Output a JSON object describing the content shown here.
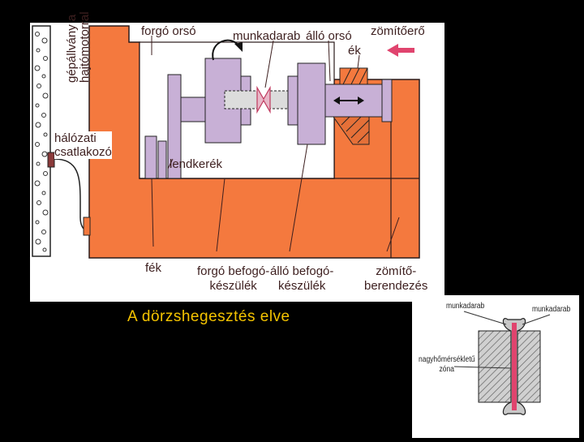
{
  "main_diagram": {
    "labels": {
      "motor_stand": "gépállvány a",
      "motor_stand_2": "hajtómotorral",
      "rotating_spindle": "forgó orsó",
      "workpiece": "munkadarab",
      "fixed_spindle": "álló orsó",
      "pressing_force": "zömítőerő",
      "wedge": "ék",
      "mains_1": "hálózati",
      "mains_2": "csatlakozó",
      "flywheel": "lendkerék",
      "brake": "fék",
      "rotating_clamp_1": "forgó befogó-",
      "rotating_clamp_2": "készülék",
      "fixed_clamp_1": "álló befogó-",
      "fixed_clamp_2": "készülék",
      "upsetting_device_1": "zömítő-",
      "upsetting_device_2": "berendezés"
    },
    "colors": {
      "machine": "#f4793e",
      "parts": "#c8b0d6",
      "label": "#3d1f1f",
      "arrow": "#e0446e"
    }
  },
  "caption": "A dörzshegesztés elve",
  "inset_diagram": {
    "labels": {
      "workpiece_left": "munkadarab",
      "workpiece_right": "munkadarab",
      "zone_1": "nagyhőmérsékletű",
      "zone_2": "zóna"
    }
  }
}
